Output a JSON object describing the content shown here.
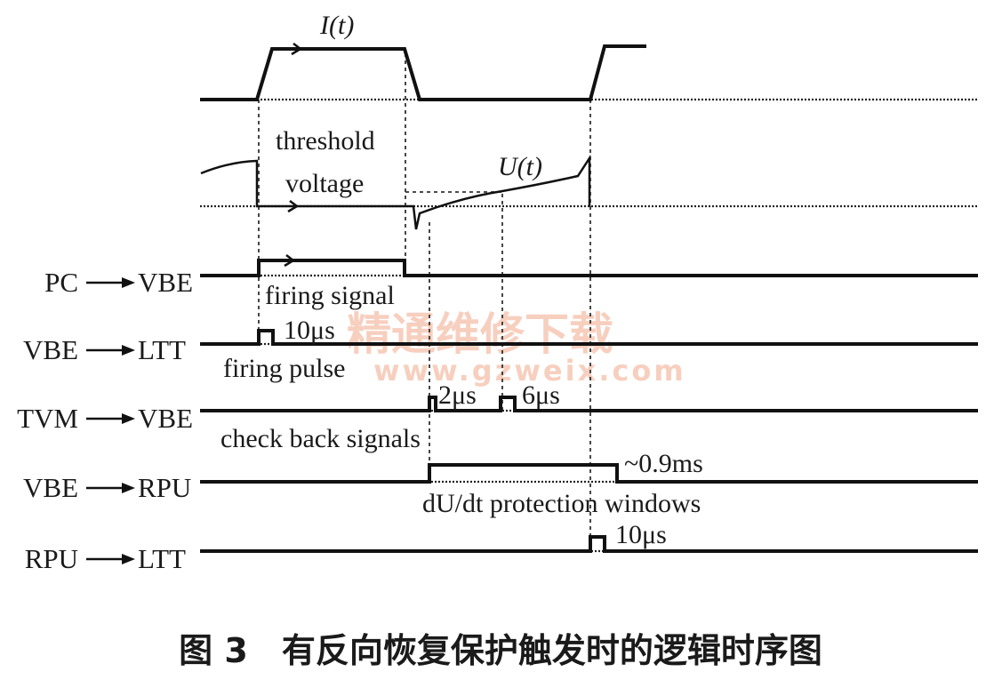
{
  "signals": {
    "current": "I(t)",
    "voltage": "U(t)"
  },
  "rows": [
    {
      "from": "PC",
      "to": "VBE"
    },
    {
      "from": "VBE",
      "to": "LTT"
    },
    {
      "from": "TVM",
      "to": "VBE"
    },
    {
      "from": "VBE",
      "to": "RPU"
    },
    {
      "from": "RPU",
      "to": "LTT"
    }
  ],
  "annotations": {
    "threshold_line1": "threshold",
    "threshold_line2": "voltage",
    "firing_signal": "firing signal",
    "firing_pulse_width": "10μs",
    "firing_pulse": "firing pulse",
    "check_back_1": "2μs",
    "check_back_2": "6μs",
    "check_back_signals": "check back signals",
    "protection_duration": "~0.9ms",
    "protection_windows": "dU/dt protection windows",
    "rpu_pulse_width": "10μs"
  },
  "watermark": {
    "text": "精通维修下载",
    "url": "www.gzweix.com"
  },
  "caption": "图 3　有反向恢复保护触发时的逻辑时序图"
}
